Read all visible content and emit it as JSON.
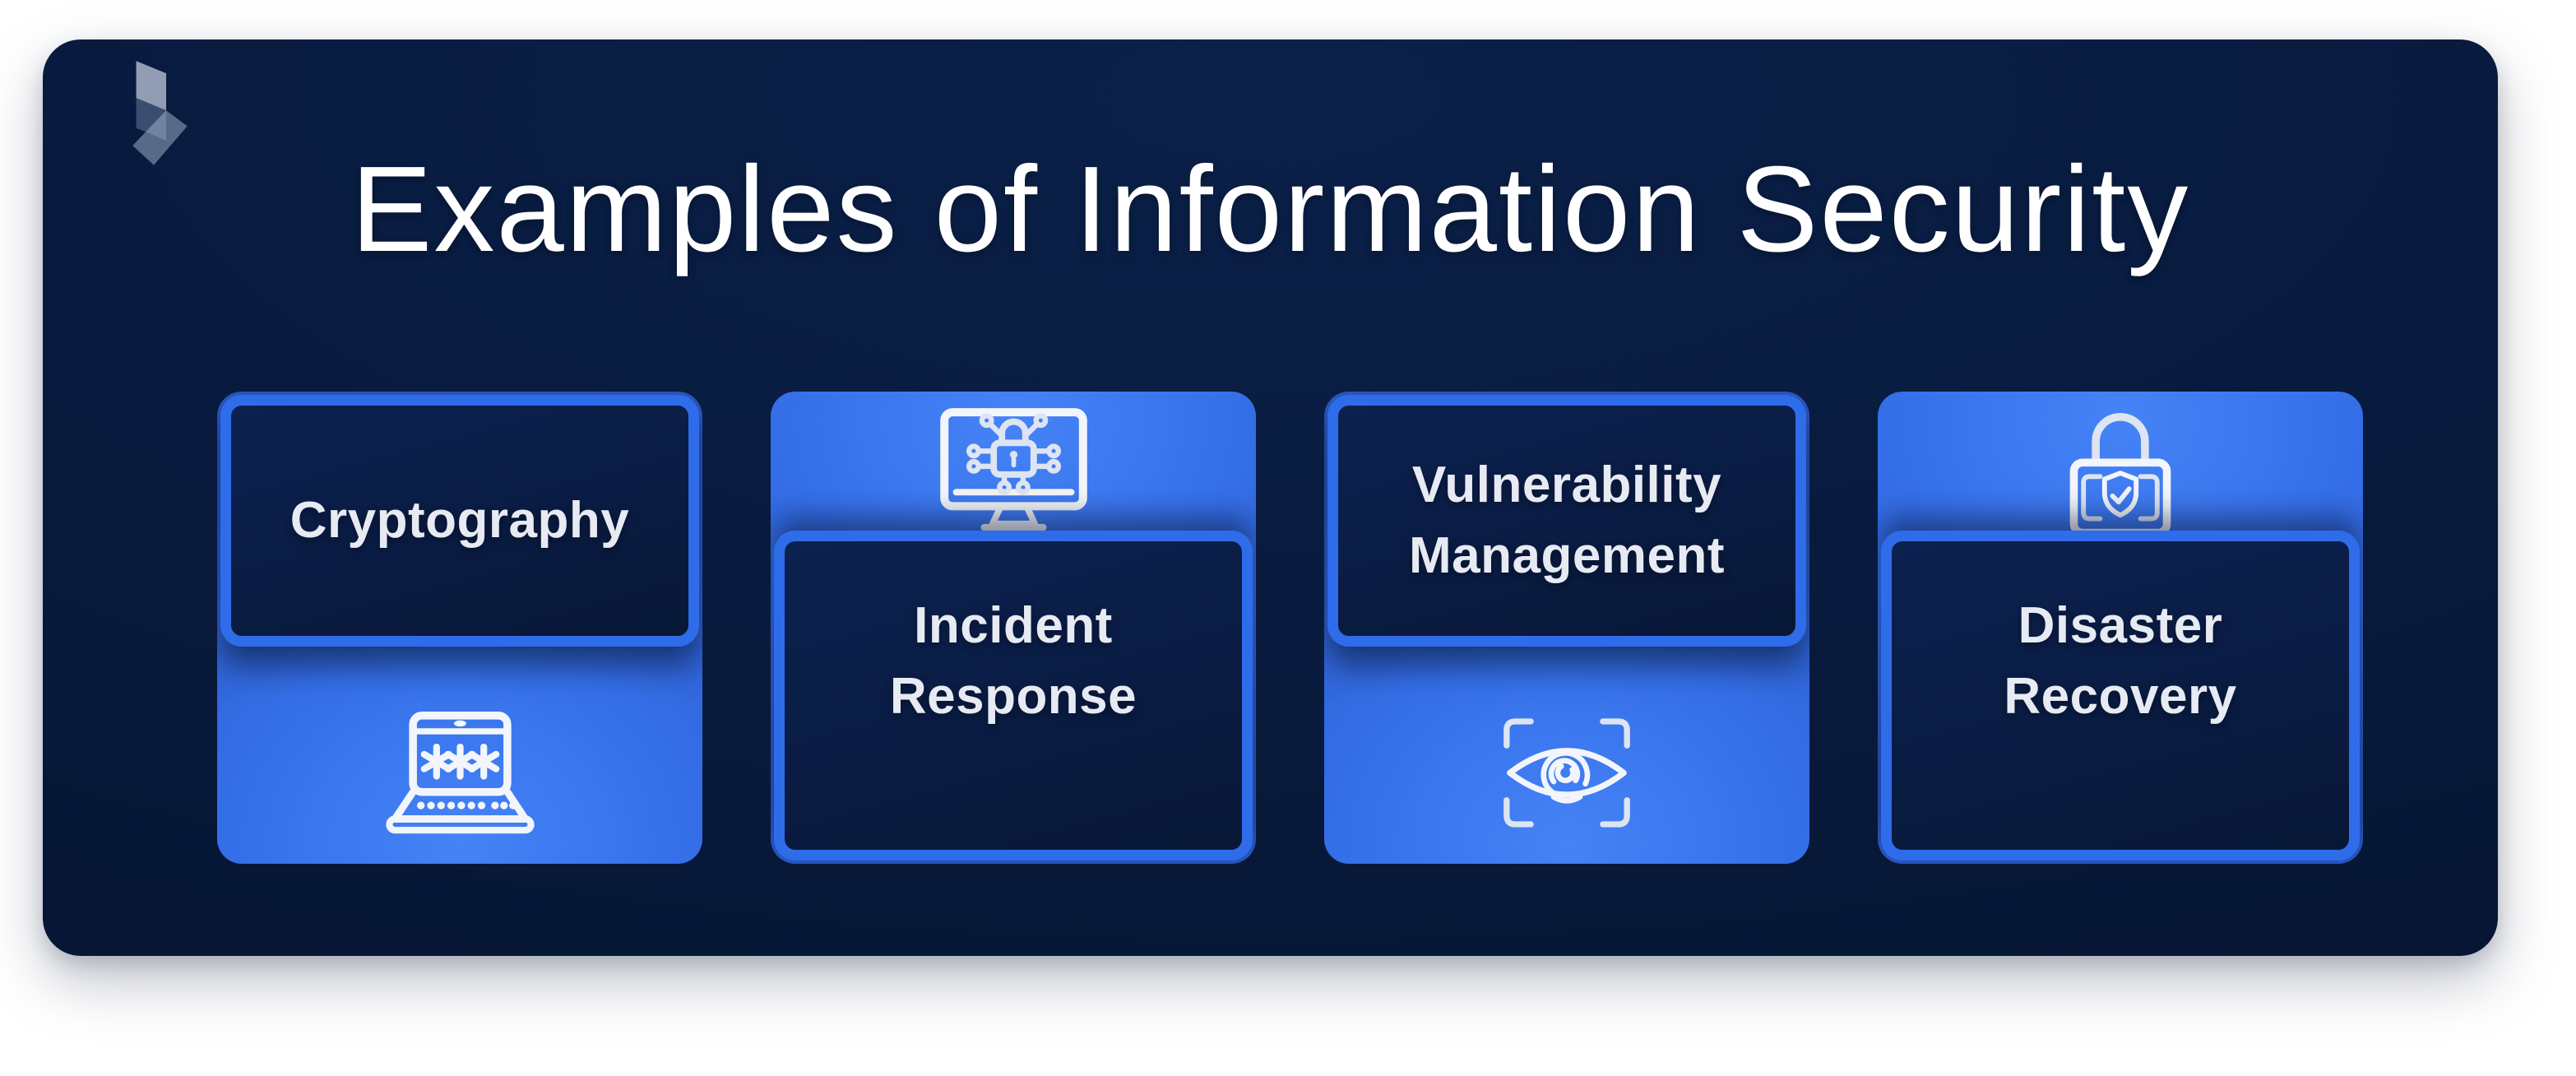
{
  "title": "Examples of Information Security",
  "brand": {
    "logo_icon": "ribbon-fold-logo"
  },
  "colors": {
    "page_background": "#ffffff",
    "board_navy": "#081a3d",
    "panel_navy": "#0a1c43",
    "card_blue": "#3570ea",
    "border_blue": "#2f6ce9",
    "label_text": "#e7eaf2",
    "title_text": "#ffffff",
    "icon_stroke": "#f2f5fb"
  },
  "cards": [
    {
      "id": "cryptography",
      "label": "Cryptography",
      "icon": "password-laptop-icon",
      "layout": "text-top"
    },
    {
      "id": "incident-response",
      "label": "Incident Response",
      "icon": "secure-monitor-icon",
      "layout": "icon-top"
    },
    {
      "id": "vulnerability-management",
      "label": "Vulnerability Management",
      "icon": "eye-scan-icon",
      "layout": "text-top"
    },
    {
      "id": "disaster-recovery",
      "label": "Disaster Recovery",
      "icon": "shield-check-lock-icon",
      "layout": "icon-top"
    }
  ]
}
